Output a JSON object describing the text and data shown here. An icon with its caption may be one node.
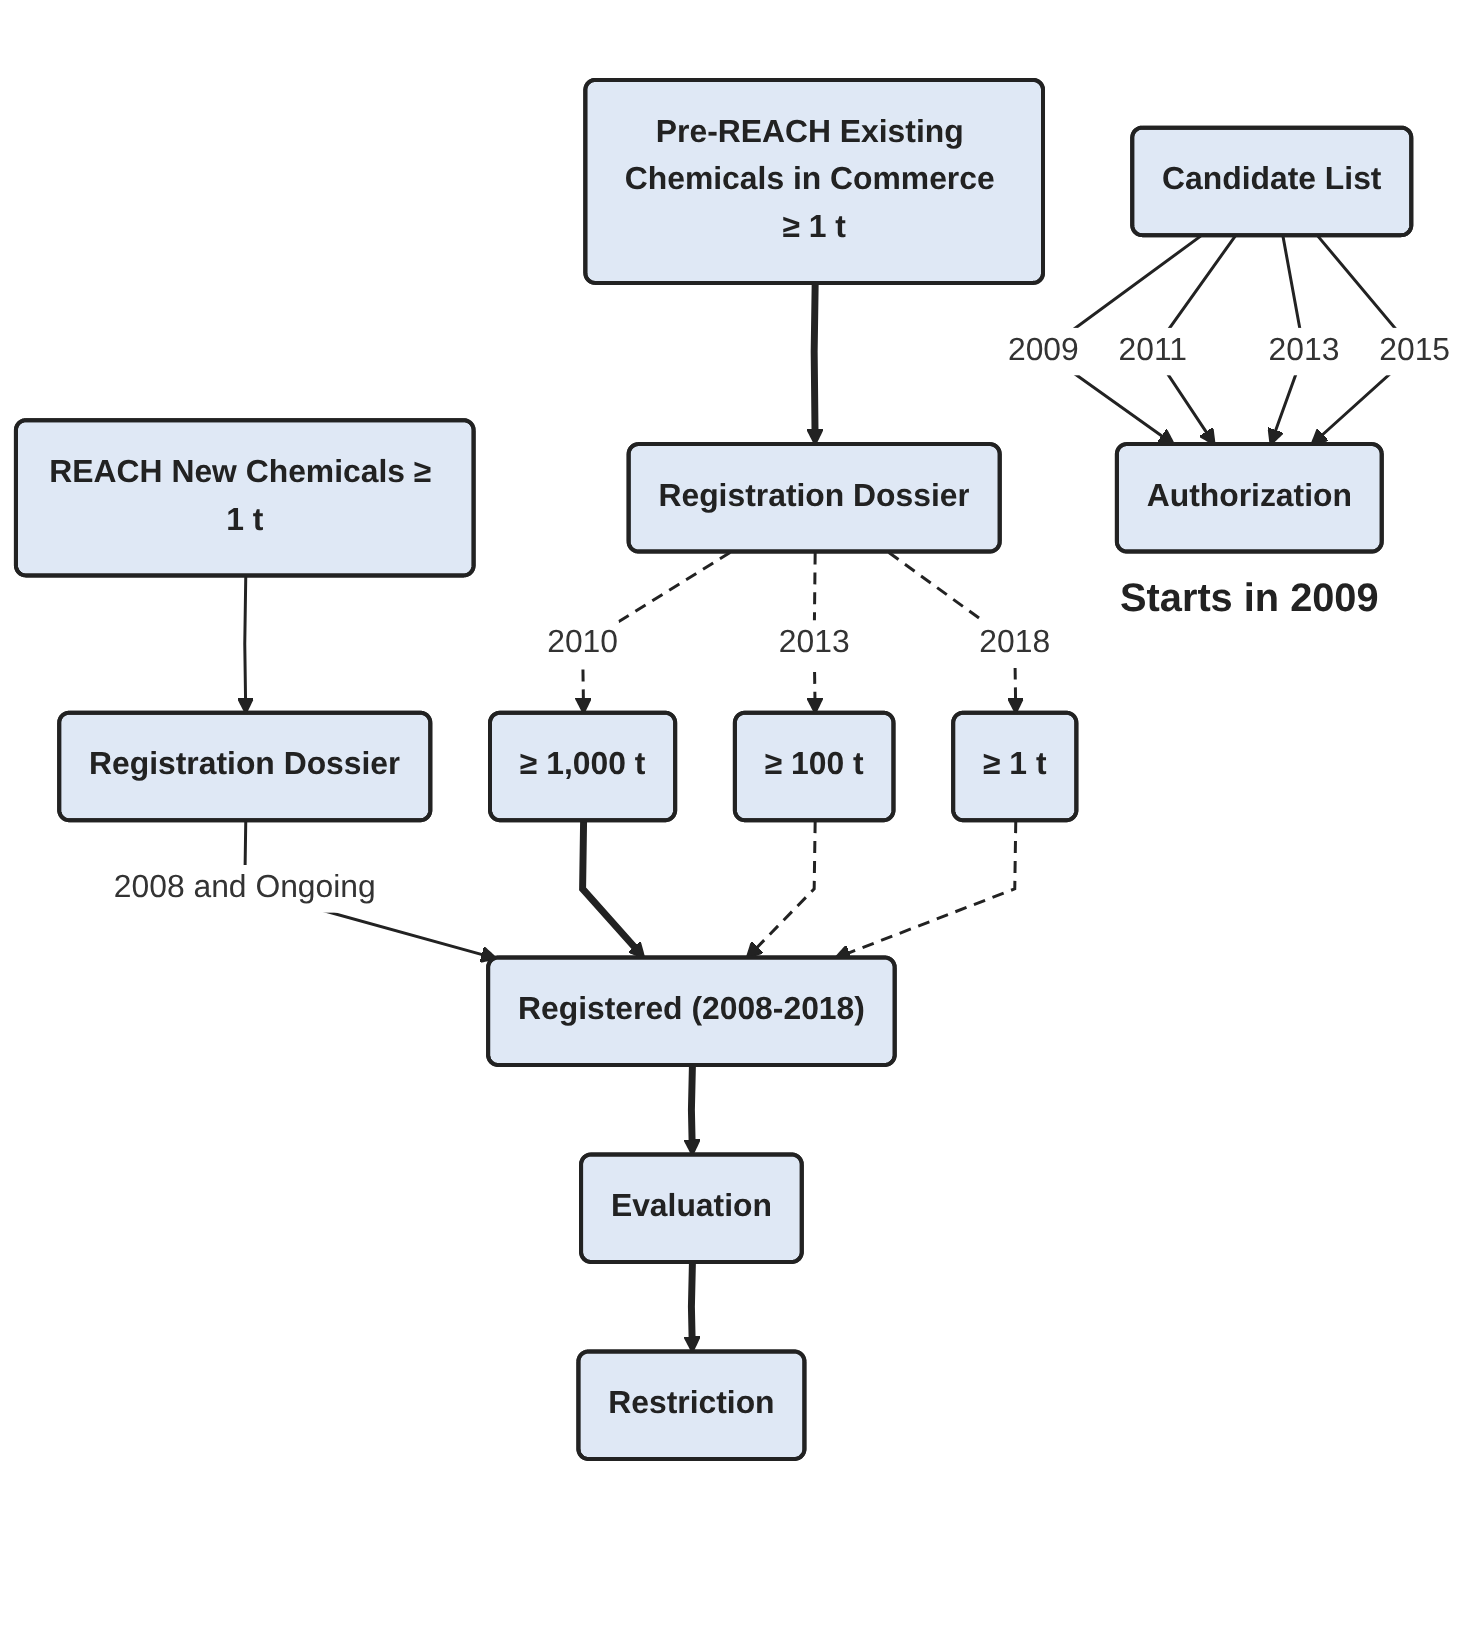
{
  "diagram": {
    "nodes": [
      {
        "text": [
          "REACH New Chemicals ≥ 1 t"
        ]
      },
      {
        "text": [
          "Pre-REACH Existing Chemicals in Commerce ≥ 1 t"
        ]
      },
      {
        "text": [
          "Candidate List"
        ]
      },
      {
        "text": [
          "Registration Dossier"
        ]
      },
      {
        "text": [
          "Registration Dossier"
        ]
      },
      {
        "text": [
          "≥ 1,000 t"
        ]
      },
      {
        "text": [
          "≥ 100 t"
        ]
      },
      {
        "text": [
          "≥ 1 t"
        ]
      },
      {
        "text": [
          "Registered (2008-2018)"
        ]
      },
      {
        "text": [
          "Authorization"
        ],
        "beside": [
          "Starts in 2009"
        ]
      },
      {
        "text": [
          "Evaluation"
        ]
      },
      {
        "text": [
          "Restriction"
        ]
      }
    ],
    "edges": [
      {
        "from": 0,
        "to": 3,
        "arrow": "to"
      },
      {
        "from": 1,
        "to": 4,
        "arrow": "to",
        "style": "thick"
      },
      {
        "from": 2,
        "to": 9,
        "arrow": "to",
        "label": "2009"
      },
      {
        "from": 2,
        "to": 9,
        "arrow": "to",
        "label": "2011"
      },
      {
        "from": 2,
        "to": 9,
        "arrow": "to",
        "label": "2013"
      },
      {
        "from": 2,
        "to": 9,
        "arrow": "to",
        "label": "2015"
      },
      {
        "from": 4,
        "to": 5,
        "arrow": "to",
        "label": "2010",
        "style": "dashed"
      },
      {
        "from": 4,
        "to": 6,
        "arrow": "to",
        "label": "2013",
        "style": "dashed"
      },
      {
        "from": 4,
        "to": 7,
        "arrow": "to",
        "label": "2018",
        "style": "dashed"
      },
      {
        "from": 3,
        "to": 8,
        "arrow": "to",
        "label": "2008 and Ongoing"
      },
      {
        "from": 5,
        "to": 8,
        "arrow": "to",
        "style": "thick"
      },
      {
        "from": 6,
        "to": 8,
        "arrow": "to",
        "style": "dashed"
      },
      {
        "from": 7,
        "to": 8,
        "arrow": "to",
        "style": "dashed"
      },
      {
        "from": 8,
        "to": 10,
        "arrow": "to",
        "style": "thick"
      },
      {
        "from": 10,
        "to": 11,
        "arrow": "to",
        "style": "thick"
      }
    ]
  }
}
